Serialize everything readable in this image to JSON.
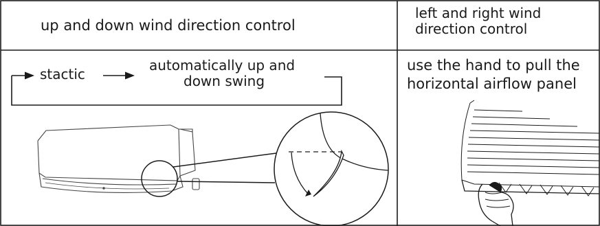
{
  "table": {
    "header": {
      "left": "up and down wind direction control",
      "right_line1": "left and right wind",
      "right_line2": "direction control"
    },
    "left_cell": {
      "static_label": "stactic",
      "swing_line1": "automatically up and",
      "swing_line2": "down swing"
    },
    "right_cell": {
      "line1": "use the hand to pull the",
      "line2": "horizontal airflow panel"
    }
  },
  "colors": {
    "line": "#1a1a1a",
    "text": "#1a1a1a",
    "background": "#ffffff"
  }
}
